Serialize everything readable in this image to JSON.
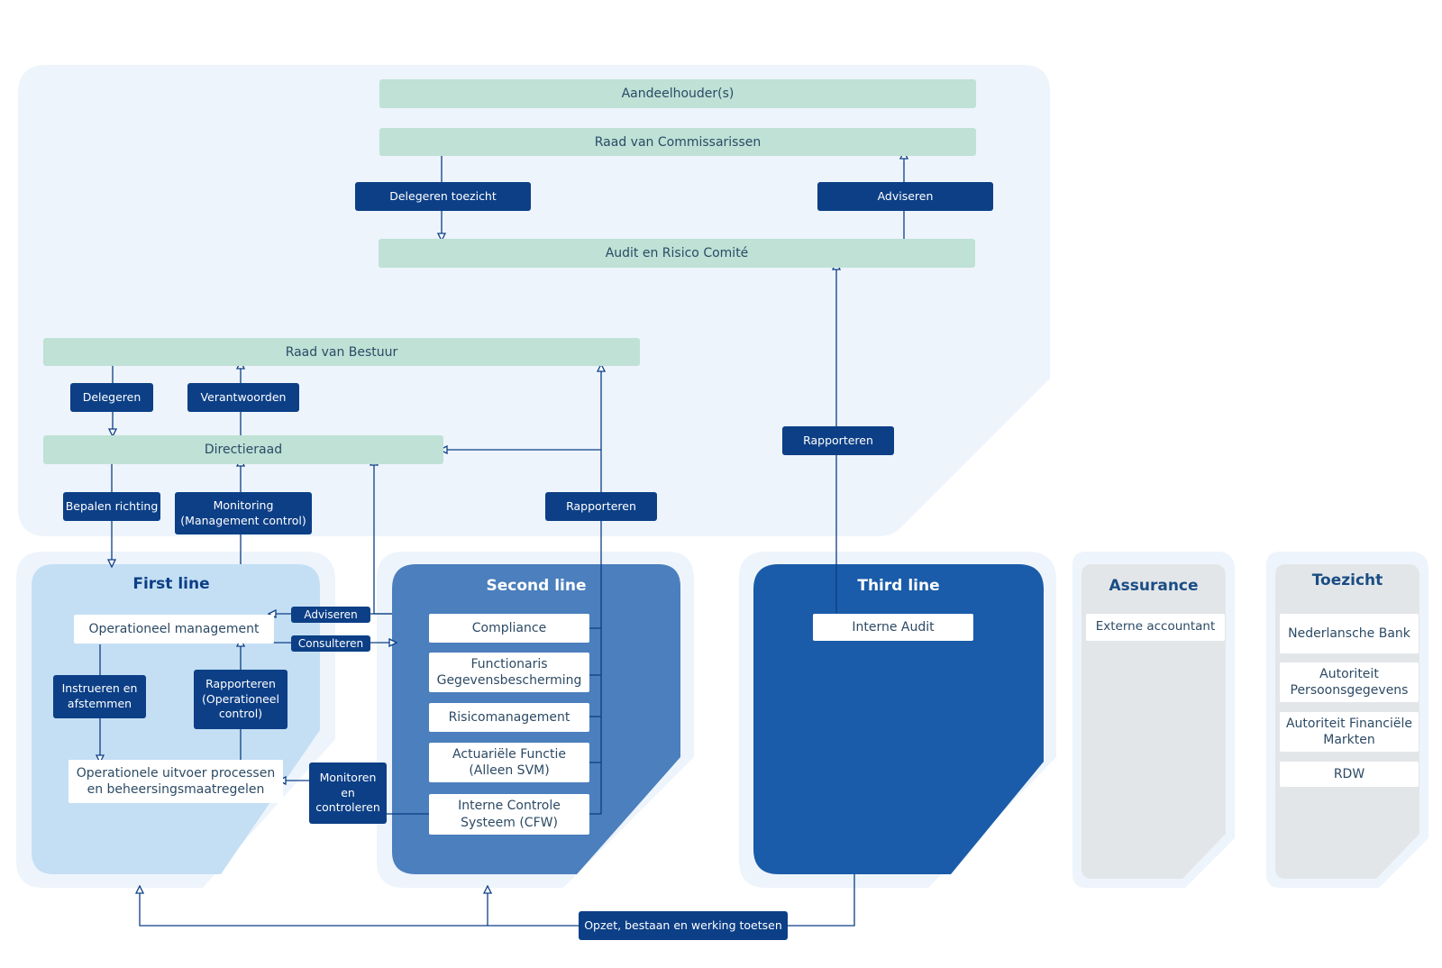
{
  "top": {
    "aandeelhouders": "Aandeelhouder(s)",
    "rvc": "Raad van Commissarissen",
    "delegeren_toezicht": "Delegeren toezicht",
    "adviseren": "Adviseren",
    "arc": "Audit en Risico Comité",
    "rvb": "Raad van Bestuur",
    "delegeren": "Delegeren",
    "verantwoorden": "Verantwoorden",
    "directieraad": "Directieraad",
    "bepalen_richting": "Bepalen richting",
    "monitoring": "Monitoring (Management control)",
    "rapporteren_second": "Rapporteren",
    "rapporteren_third": "Rapporteren"
  },
  "first_line": {
    "title": "First line",
    "operationeel_management": "Operationeel management",
    "instrueren": "Instrueren en afstemmen",
    "rapporteren": "Rapporteren (Operationeel control)",
    "uitvoer": "Operationele uitvoer processen en beheersingsmaatregelen"
  },
  "connectors": {
    "adviseren": "Adviseren",
    "consulteren": "Consulteren",
    "monitoren": "Monitoren en controleren",
    "opzet": "Opzet, bestaan en werking toetsen"
  },
  "second_line": {
    "title": "Second line",
    "items": [
      "Compliance",
      "Functionaris Gegevensbescherming",
      "Risicomanagement",
      "Actuariële Functie (Alleen SVM)",
      "Interne Controle Systeem (CFW)"
    ]
  },
  "third_line": {
    "title": "Third line",
    "item": "Interne Audit"
  },
  "assurance": {
    "title": "Assurance",
    "item": "Externe accountant"
  },
  "toezicht": {
    "title": "Toezicht",
    "items": [
      "Nederlansche Bank",
      "Autoriteit Persoonsgegevens",
      "Autoriteit Financiële Markten",
      "RDW"
    ]
  },
  "colors": {
    "panel_bg": "#edf4fb",
    "green": "#bfe1d6",
    "dark_blue": "#0c3f86",
    "first_line": "#c4dff4",
    "second_line": "#4b7fbd",
    "third_line": "#1a5ca9",
    "grey": "#e3e6e9"
  }
}
